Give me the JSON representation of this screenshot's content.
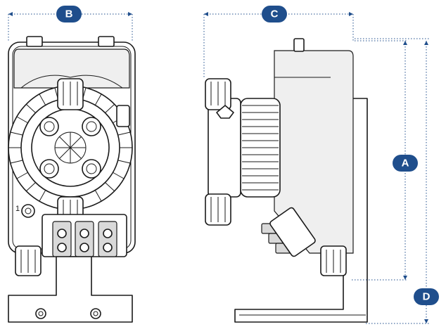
{
  "dimensions": [
    {
      "id": "A",
      "label": "A"
    },
    {
      "id": "B",
      "label": "B"
    },
    {
      "id": "C",
      "label": "C"
    },
    {
      "id": "D",
      "label": "D"
    }
  ],
  "front_view": {
    "marker_label": "1"
  },
  "colors": {
    "dimension": "#1f4e8c",
    "ink": "#1a1a1a",
    "background": "#ffffff"
  }
}
